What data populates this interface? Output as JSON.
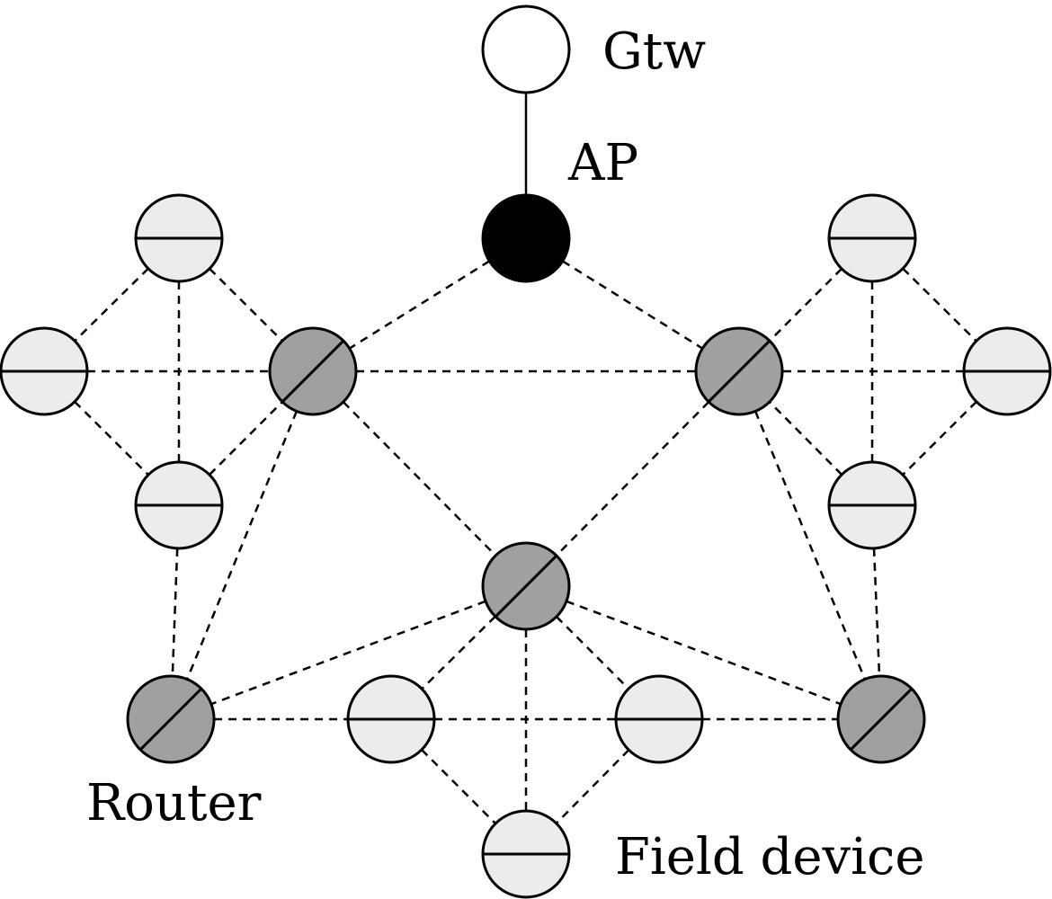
{
  "diagram": {
    "type": "wireless-mesh-network",
    "labels": {
      "gateway": "Gtw",
      "access_point": "AP",
      "router": "Router",
      "field_device": "Field device"
    },
    "node_kinds": {
      "gateway": {
        "fill": "#ffffff",
        "mark": "none"
      },
      "access_point": {
        "fill": "#000000",
        "mark": "none"
      },
      "router": {
        "fill": "#a0a0a0",
        "mark": "diagonal"
      },
      "field_device": {
        "fill": "#ececec",
        "mark": "horizontal"
      }
    },
    "nodes": [
      {
        "id": "gtw",
        "kind": "gateway"
      },
      {
        "id": "ap",
        "kind": "access_point"
      },
      {
        "id": "r-left",
        "kind": "router"
      },
      {
        "id": "r-right",
        "kind": "router"
      },
      {
        "id": "r-center",
        "kind": "router"
      },
      {
        "id": "r-bottom-left",
        "kind": "router"
      },
      {
        "id": "r-bottom-right",
        "kind": "router"
      },
      {
        "id": "f-left-top",
        "kind": "field_device"
      },
      {
        "id": "f-left-far",
        "kind": "field_device"
      },
      {
        "id": "f-left-mid",
        "kind": "field_device"
      },
      {
        "id": "f-right-top",
        "kind": "field_device"
      },
      {
        "id": "f-right-far",
        "kind": "field_device"
      },
      {
        "id": "f-right-mid",
        "kind": "field_device"
      },
      {
        "id": "f-bottom-left",
        "kind": "field_device"
      },
      {
        "id": "f-bottom-right",
        "kind": "field_device"
      },
      {
        "id": "f-bottom",
        "kind": "field_device"
      }
    ],
    "edges": [
      {
        "from": "gtw",
        "to": "ap",
        "style": "solid"
      },
      {
        "from": "ap",
        "to": "r-left",
        "style": "dashed"
      },
      {
        "from": "ap",
        "to": "r-right",
        "style": "dashed"
      },
      {
        "from": "r-left",
        "to": "r-right",
        "style": "dashed"
      },
      {
        "from": "r-left",
        "to": "r-center",
        "style": "dashed"
      },
      {
        "from": "r-right",
        "to": "r-center",
        "style": "dashed"
      },
      {
        "from": "r-left",
        "to": "r-bottom-left",
        "style": "dashed"
      },
      {
        "from": "r-right",
        "to": "r-bottom-right",
        "style": "dashed"
      },
      {
        "from": "f-left-top",
        "to": "f-left-far",
        "style": "dashed"
      },
      {
        "from": "f-left-top",
        "to": "r-left",
        "style": "dashed"
      },
      {
        "from": "f-left-top",
        "to": "f-left-mid",
        "style": "dashed"
      },
      {
        "from": "f-left-far",
        "to": "r-left",
        "style": "dashed"
      },
      {
        "from": "f-left-far",
        "to": "f-left-mid",
        "style": "dashed"
      },
      {
        "from": "f-left-mid",
        "to": "r-left",
        "style": "dashed"
      },
      {
        "from": "f-left-mid",
        "to": "r-bottom-left",
        "style": "dashed"
      },
      {
        "from": "f-right-top",
        "to": "f-right-far",
        "style": "dashed"
      },
      {
        "from": "f-right-top",
        "to": "r-right",
        "style": "dashed"
      },
      {
        "from": "f-right-top",
        "to": "f-right-mid",
        "style": "dashed"
      },
      {
        "from": "f-right-far",
        "to": "r-right",
        "style": "dashed"
      },
      {
        "from": "f-right-far",
        "to": "f-right-mid",
        "style": "dashed"
      },
      {
        "from": "f-right-mid",
        "to": "r-right",
        "style": "dashed"
      },
      {
        "from": "f-right-mid",
        "to": "r-bottom-right",
        "style": "dashed"
      },
      {
        "from": "r-center",
        "to": "r-bottom-left",
        "style": "dashed"
      },
      {
        "from": "r-center",
        "to": "r-bottom-right",
        "style": "dashed"
      },
      {
        "from": "r-center",
        "to": "f-bottom-left",
        "style": "dashed"
      },
      {
        "from": "r-center",
        "to": "f-bottom-right",
        "style": "dashed"
      },
      {
        "from": "r-center",
        "to": "f-bottom",
        "style": "dashed"
      },
      {
        "from": "r-bottom-left",
        "to": "f-bottom-left",
        "style": "dashed"
      },
      {
        "from": "f-bottom-left",
        "to": "f-bottom-right",
        "style": "dashed"
      },
      {
        "from": "f-bottom-right",
        "to": "r-bottom-right",
        "style": "dashed"
      },
      {
        "from": "f-bottom-left",
        "to": "f-bottom",
        "style": "dashed"
      },
      {
        "from": "f-bottom-right",
        "to": "f-bottom",
        "style": "dashed"
      }
    ]
  }
}
